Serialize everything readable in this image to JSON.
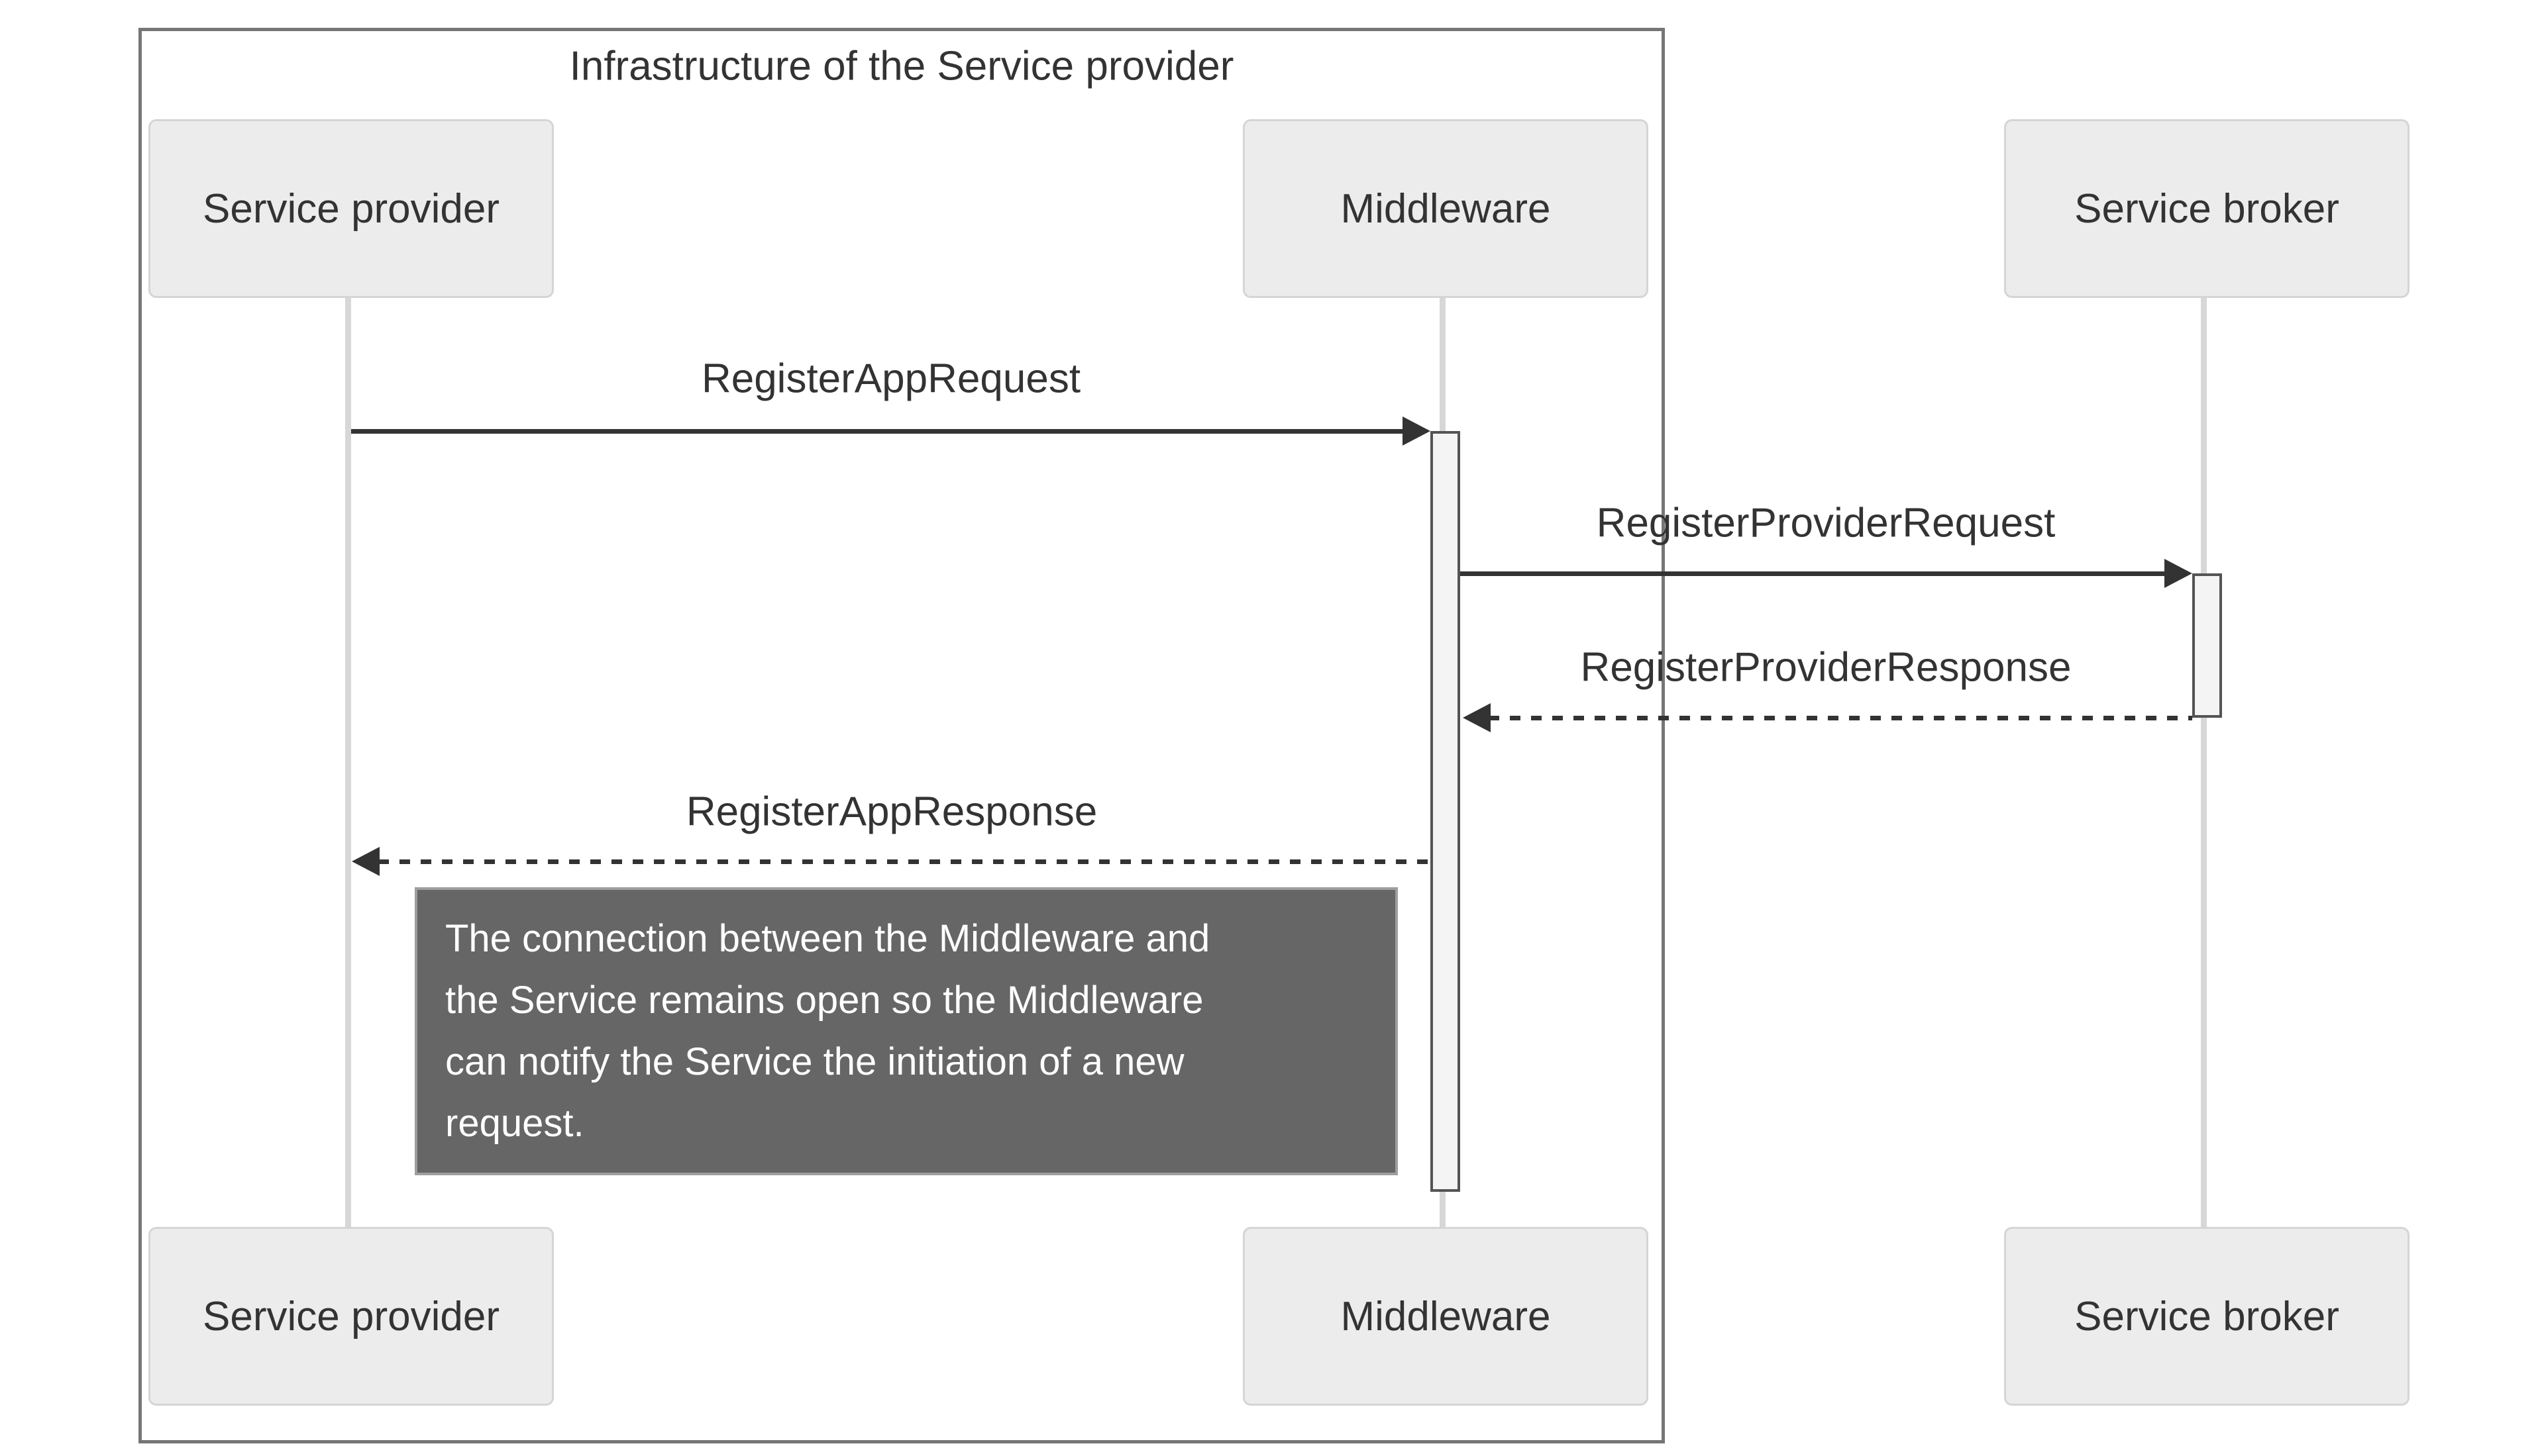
{
  "diagram": {
    "kind": "sequence-diagram",
    "frame_title": "Infrastructure of the Service provider",
    "actors": [
      {
        "id": "service-provider",
        "label": "Service provider"
      },
      {
        "id": "middleware",
        "label": "Middleware"
      },
      {
        "id": "service-broker",
        "label": "Service broker"
      }
    ],
    "messages": [
      {
        "label": "RegisterAppRequest",
        "from": "service-provider",
        "to": "middleware",
        "line": "solid",
        "direction": "right"
      },
      {
        "label": "RegisterProviderRequest",
        "from": "middleware",
        "to": "service-broker",
        "line": "solid",
        "direction": "right"
      },
      {
        "label": "RegisterProviderResponse",
        "from": "service-broker",
        "to": "middleware",
        "line": "dashed",
        "direction": "left"
      },
      {
        "label": "RegisterAppResponse",
        "from": "middleware",
        "to": "service-provider",
        "line": "dashed",
        "direction": "left"
      }
    ],
    "note": {
      "text": "The connection between the Middleware and\nthe Service remains open so the Middleware\ncan notify the Service the initiation of a new\nrequest."
    },
    "colors": {
      "background": "#ffffff",
      "actor_fill": "#ececec",
      "actor_border": "#d5d5d5",
      "actor_text": "#333333",
      "lifeline": "#d7d7d7",
      "activation_fill": "#f4f4f4",
      "activation_border": "#545454",
      "arrow": "#333333",
      "frame_border": "#767676",
      "note_fill": "#666666",
      "note_border": "#9e9e9e",
      "note_text": "#ffffff"
    }
  }
}
